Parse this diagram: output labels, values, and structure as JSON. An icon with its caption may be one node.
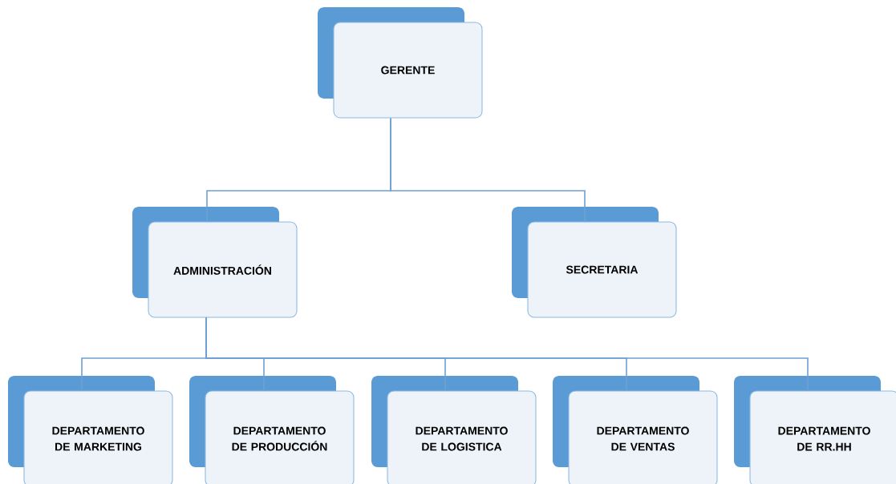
{
  "diagram": {
    "nodes": [
      {
        "text": [
          "GERENTE"
        ]
      },
      {
        "text": [
          "ADMINISTRACIÓN"
        ]
      },
      {
        "text": [
          "SECRETARIA"
        ]
      },
      {
        "text": [
          "DEPARTAMENTO DE MARKETING"
        ]
      },
      {
        "text": [
          "DEPARTAMENTO DE PRODUCCIÓN"
        ]
      },
      {
        "text": [
          "DEPARTAMENTO DE LOGISTICA"
        ]
      },
      {
        "text": [
          "DEPARTAMENTO DE VENTAS"
        ]
      },
      {
        "text": [
          "DEPARTAMENTO DE RR.HH"
        ]
      }
    ],
    "edges": [
      {
        "from": 0,
        "to": 1,
        "arrow": "none"
      },
      {
        "from": 0,
        "to": 2,
        "arrow": "none"
      },
      {
        "from": 1,
        "to": 3,
        "arrow": "none"
      },
      {
        "from": 1,
        "to": 4,
        "arrow": "none"
      },
      {
        "from": 1,
        "to": 5,
        "arrow": "none"
      },
      {
        "from": 1,
        "to": 6,
        "arrow": "none"
      },
      {
        "from": 1,
        "to": 7,
        "arrow": "none"
      }
    ]
  }
}
